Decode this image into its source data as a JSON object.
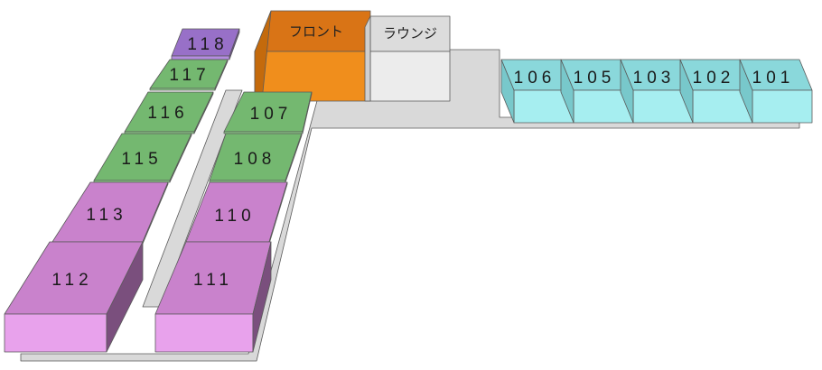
{
  "facilities": [
    {
      "id": "front",
      "label": "フロント",
      "color": "#f08e1c",
      "shade": "#c46a0c",
      "top": "#d97416"
    },
    {
      "id": "lounge",
      "label": "ラウンジ",
      "color": "#ececec",
      "shade": "#cfcfcf",
      "top": "#dcdcdc"
    }
  ],
  "wings": {
    "east": {
      "color": "#a6eef0",
      "shade": "#78c8cb",
      "top": "#8ad8db",
      "rooms": [
        "106",
        "105",
        "103",
        "102",
        "101"
      ]
    },
    "west_outer": {
      "rooms": [
        {
          "number": "118",
          "color": "#b48ce0",
          "shade": "#6e4e94",
          "top": "#9870c8"
        },
        {
          "number": "117",
          "color": "#8fd48a",
          "shade": "#4f7e4c",
          "top": "#74b870"
        },
        {
          "number": "116",
          "color": "#8fd48a",
          "shade": "#4f7e4c",
          "top": "#74b870"
        },
        {
          "number": "115",
          "color": "#8fd48a",
          "shade": "#4f7e4c",
          "top": "#74b870"
        },
        {
          "number": "113",
          "color": "#e8a2ec",
          "shade": "#7a4f7d",
          "top": "#c982cc"
        },
        {
          "number": "112",
          "color": "#e8a2ec",
          "shade": "#7a4f7d",
          "top": "#c982cc"
        }
      ]
    },
    "west_inner": {
      "rooms": [
        {
          "number": "107",
          "color": "#8fd48a",
          "shade": "#4f7e4c",
          "top": "#74b870"
        },
        {
          "number": "108",
          "color": "#8fd48a",
          "shade": "#4f7e4c",
          "top": "#74b870"
        },
        {
          "number": "110",
          "color": "#e8a2ec",
          "shade": "#7a4f7d",
          "top": "#c982cc"
        },
        {
          "number": "111",
          "color": "#e8a2ec",
          "shade": "#7a4f7d",
          "top": "#c982cc"
        }
      ]
    }
  },
  "floor_color": "#d9d9d9"
}
